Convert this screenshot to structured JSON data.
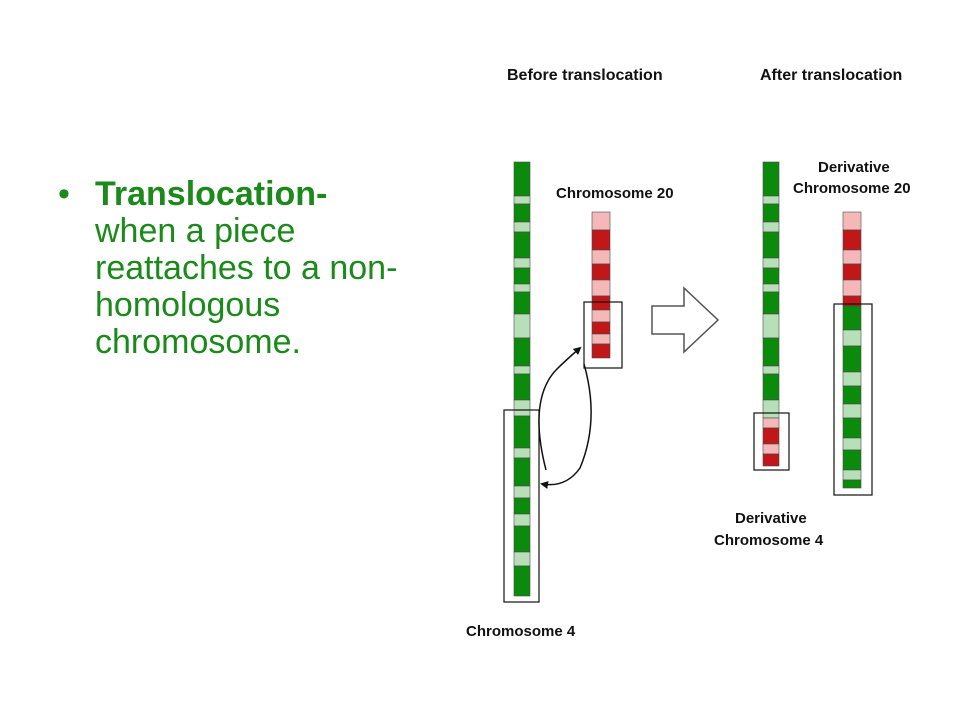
{
  "slide": {
    "bullet_term": "Translocation-",
    "bullet_text": "when a piece reattaches to a non-homologous chromosome."
  },
  "diagram": {
    "header_before": "Before translocation",
    "header_after": "After translocation",
    "label_chr20": "Chromosome 20",
    "label_chr4": "Chromosome 4",
    "label_der20_line1": "Derivative",
    "label_der20_line2": "Chromosome 20",
    "label_der4_line1": "Derivative",
    "label_der4_line2": "Chromosome 4"
  },
  "colors": {
    "bullet_text": "#1b8a1b",
    "chromosome_4_band_dark": "#0c8a0c",
    "chromosome_4_band_light": "#b8e0b8",
    "chromosome_20_band_dark": "#c01818",
    "chromosome_20_band_light": "#f4b8b8"
  }
}
